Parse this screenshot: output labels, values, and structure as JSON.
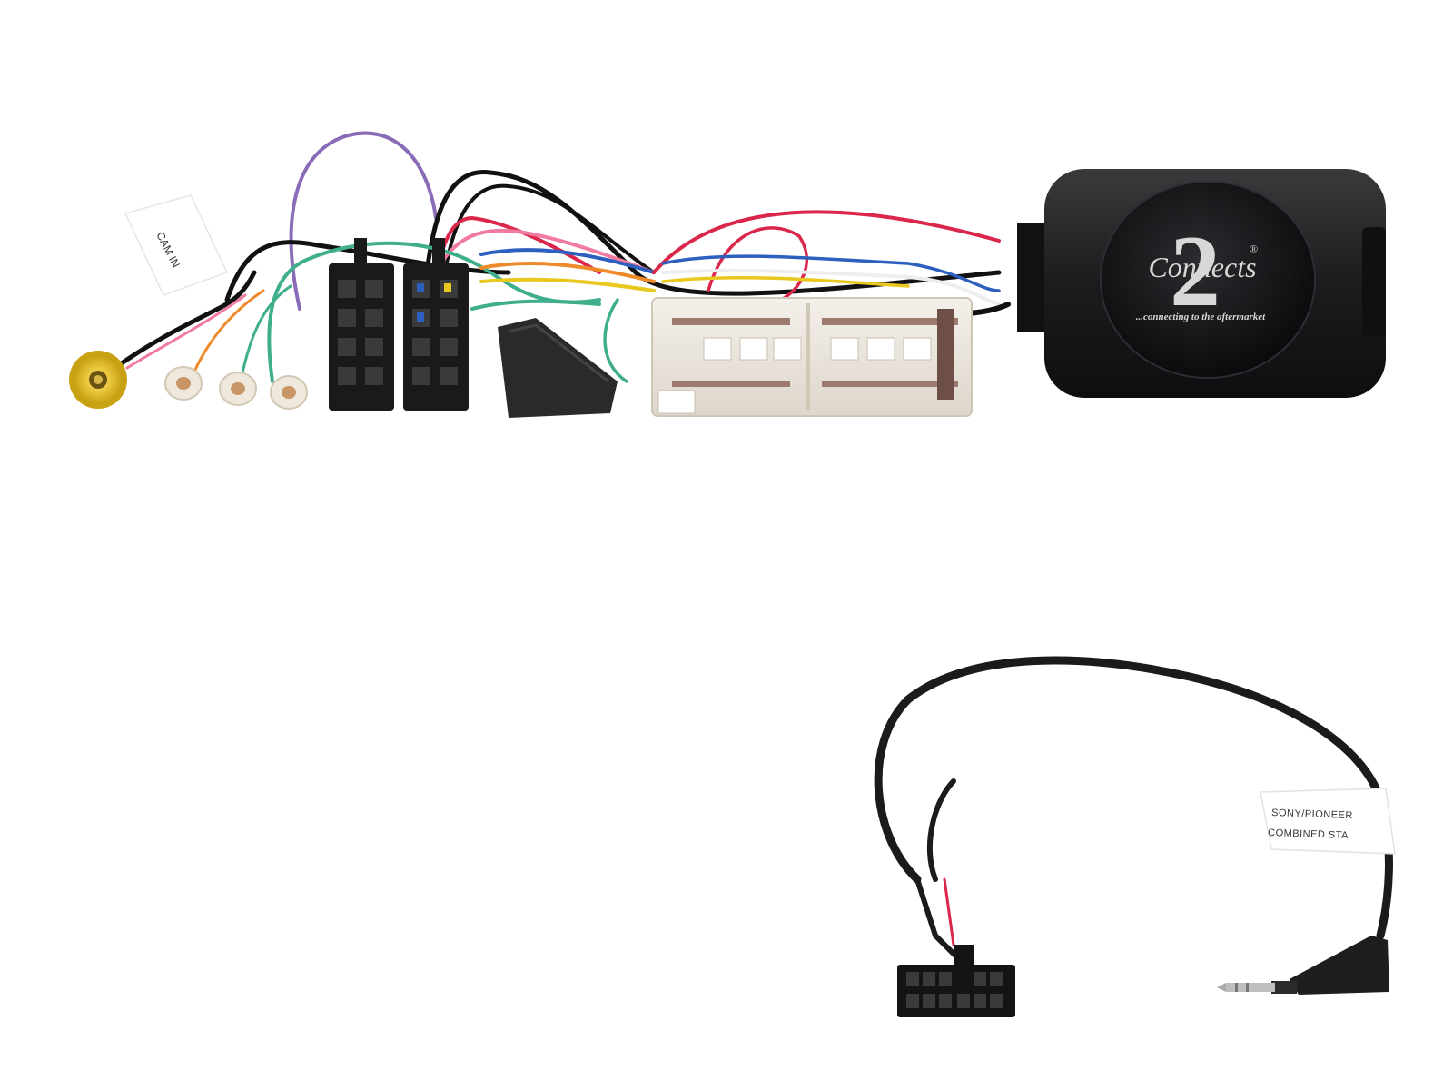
{
  "product": {
    "module": {
      "brand_script": "Connects",
      "brand_numeral": "2",
      "registered_mark": "®",
      "tagline": "...connecting to the aftermarket"
    },
    "camera_tag": {
      "text": "CAM IN"
    },
    "lead_tag": {
      "line1": "SONY/PIONEER",
      "line2": "COMBINED STA"
    },
    "colors": {
      "module_body": "#1c1c1e",
      "connector_white": "#ece7e1",
      "connector_black": "#1a1a1a",
      "rca_yellow": "#e8c21e",
      "wire_red": "#d9264a",
      "wire_purple": "#8a6bb8",
      "wire_green": "#3fae8c",
      "wire_blue": "#2d5fbf",
      "wire_yellow": "#e8c81e",
      "wire_pink": "#f07aa0",
      "wire_orange": "#ef8a2a",
      "wire_black": "#111111"
    }
  }
}
